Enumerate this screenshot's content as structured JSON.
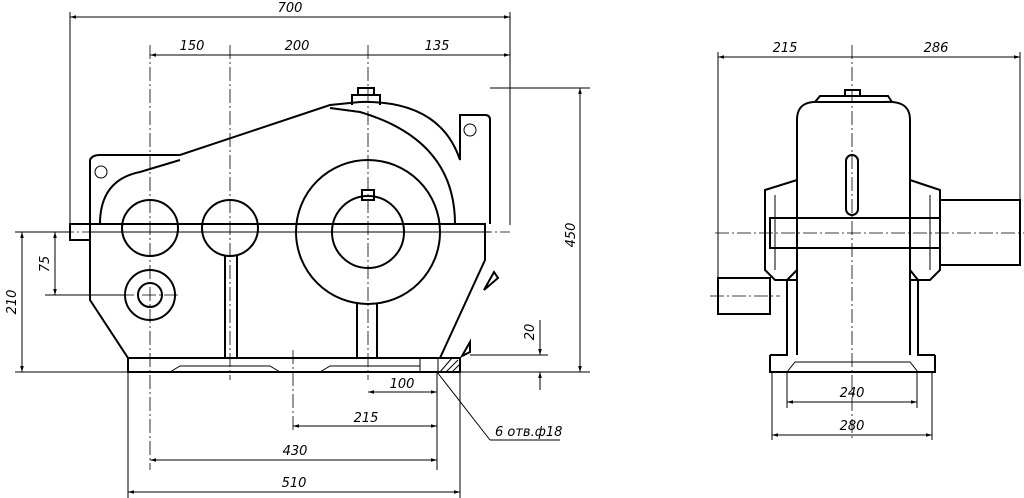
{
  "front_view": {
    "dims": {
      "overall_length": "700",
      "shaft_spacing_1": "150",
      "shaft_spacing_2": "200",
      "shaft_spacing_3": "135",
      "overall_height": "450",
      "axis_height": "210",
      "lower_shaft_offset": "75",
      "base_thickness": "20",
      "bolt_spacing_1": "100",
      "bolt_spacing_2": "215",
      "bolt_span": "430",
      "base_length": "510"
    },
    "note": "6 отв.ф18"
  },
  "side_view": {
    "dims": {
      "left_extent": "215",
      "right_extent": "286",
      "bolt_span": "240",
      "base_width": "280"
    }
  }
}
